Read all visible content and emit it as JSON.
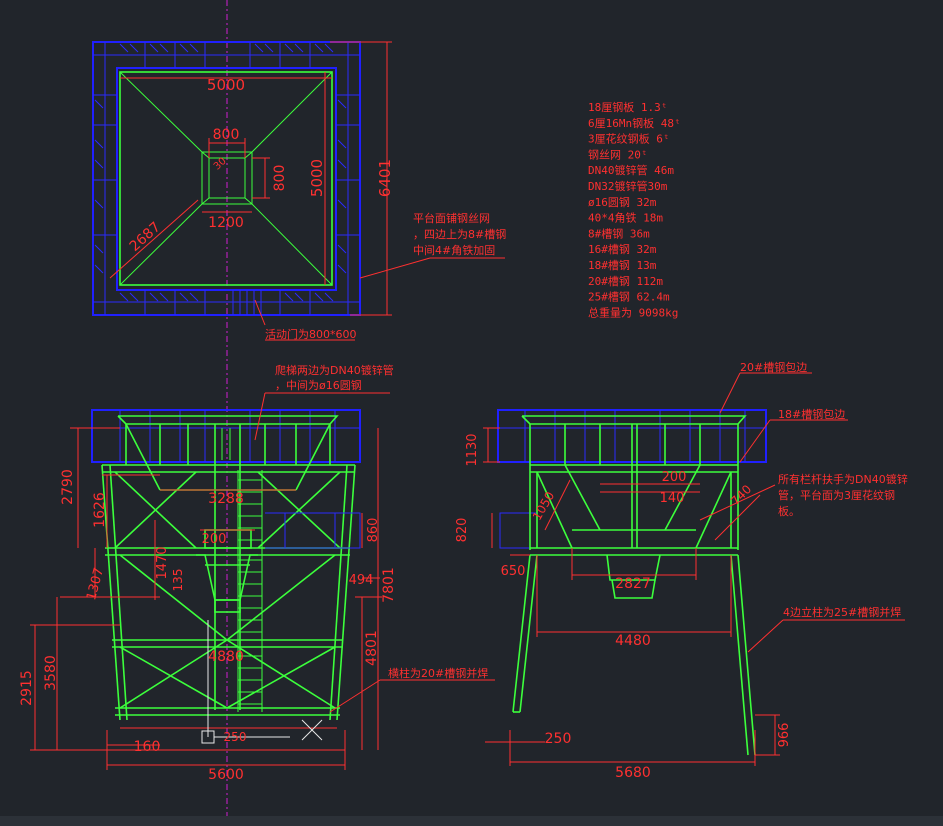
{
  "plan": {
    "dim_5000_h": "5000",
    "dim_5000_v": "5000",
    "dim_6401": "6401",
    "dim_800_h": "800",
    "dim_800_v": "800",
    "dim_1200": "1200",
    "dim_2687": "2687",
    "dim_c30": "30",
    "note_platform": [
      "平台面铺钢丝网",
      "，四边上为8#槽钢",
      "中间4#角铁加固"
    ],
    "note_door": "活动门为800*600"
  },
  "materials": [
    "18厘钢板 1.3ᵗ",
    "6厘16Mn钢板 48ᵗ",
    "3厘花纹钢板 6ᵗ",
    "钢丝网 20ᵗ",
    "DN40镀锌管 46m",
    "DN32镀锌管30m",
    "ø16圆钢 32m",
    "40*4角铁 18m",
    "8#槽钢 36m",
    "16#槽钢 32m",
    "18#槽钢 13m",
    "20#槽钢 112m",
    "25#槽钢 62.4m",
    "总重量为 9098kg"
  ],
  "front": {
    "note_ladder": [
      "爬梯两边为DN40镀锌管",
      "，中间为ø16圆钢"
    ],
    "note_beam": "横柱为20#槽钢并焊",
    "dim_2790": "2790",
    "dim_1626": "1626",
    "dim_3288": "3288",
    "dim_200": "200",
    "dim_1470": "1470",
    "dim_135": "135",
    "dim_1307": "1307",
    "dim_3580": "3580",
    "dim_2915": "2915",
    "dim_4880": "4880",
    "dim_160": "160",
    "dim_5600": "5600",
    "dim_860": "860",
    "dim_494": "494",
    "dim_7801": "7801",
    "dim_4801": "4801",
    "dim_250": "250"
  },
  "side": {
    "note_edge20": "20#槽钢包边",
    "note_edge18": "18#槽钢包边",
    "note_rail": [
      "所有栏杆扶手为DN40镀锌",
      "管，平台面为3厘花纹钢",
      "板。"
    ],
    "note_column": "4边立柱为25#槽钢并焊",
    "dim_1130": "1130",
    "dim_820": "820",
    "dim_650": "650",
    "dim_1050": "1050",
    "dim_200": "200",
    "dim_140": "140",
    "dim_740": "740",
    "dim_2827": "2827",
    "dim_4480": "4480",
    "dim_250": "250",
    "dim_966": "966",
    "dim_5680": "5680"
  },
  "colors": {
    "background": "#21252b",
    "steel": "#3cff3c",
    "platform": "#2020ff",
    "dimension": "#ff3030",
    "centerline": "#d020d0"
  }
}
